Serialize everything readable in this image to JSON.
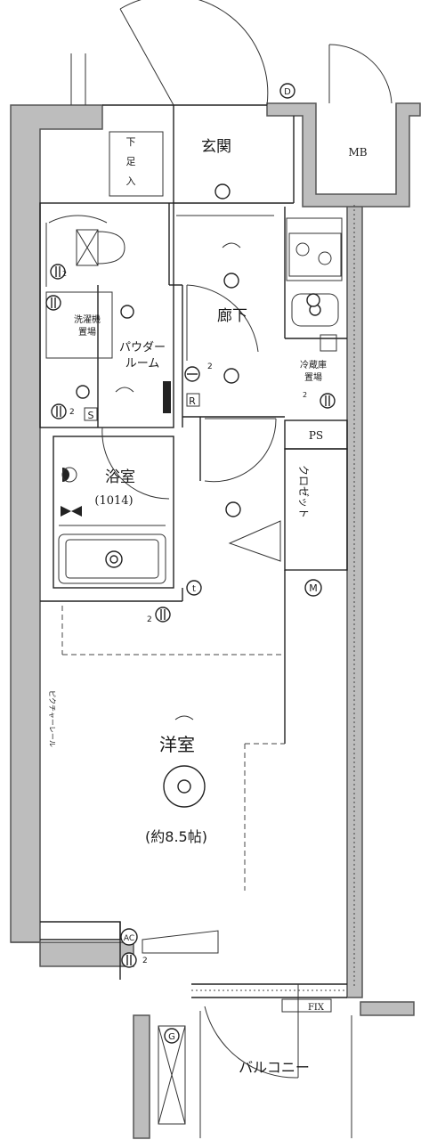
{
  "rooms": {
    "genkan": "玄関",
    "getabako_1": "下",
    "getabako_2": "足",
    "getabako_3": "入",
    "mb": "MB",
    "rouka": "廊下",
    "sentakuki_1": "洗濯機",
    "sentakuki_2": "置場",
    "powder_1": "パウダー",
    "powder_2": "ルーム",
    "reizouko_1": "冷蔵庫",
    "reizouko_2": "置場",
    "ps": "PS",
    "closet": "クロゼット",
    "yokushitsu": "浴室",
    "yokushitsu_size": "(1014)",
    "youshitsu": "洋室",
    "youshitsu_size": "(約8.5帖)",
    "picture_rail": "ピクチャーレール",
    "balcony": "バルコニー",
    "fix": "FIX"
  },
  "symbols": {
    "d": "D",
    "r": "R",
    "m": "M",
    "t": "t",
    "ac": "AC",
    "g": "G",
    "two_a": "2",
    "two_b": "2",
    "two_c": "2",
    "two_d": "2",
    "two_e": "2",
    "two_f": "2",
    "s": "S"
  },
  "colors": {
    "wall": "#bdbdbd",
    "line": "#222222"
  }
}
